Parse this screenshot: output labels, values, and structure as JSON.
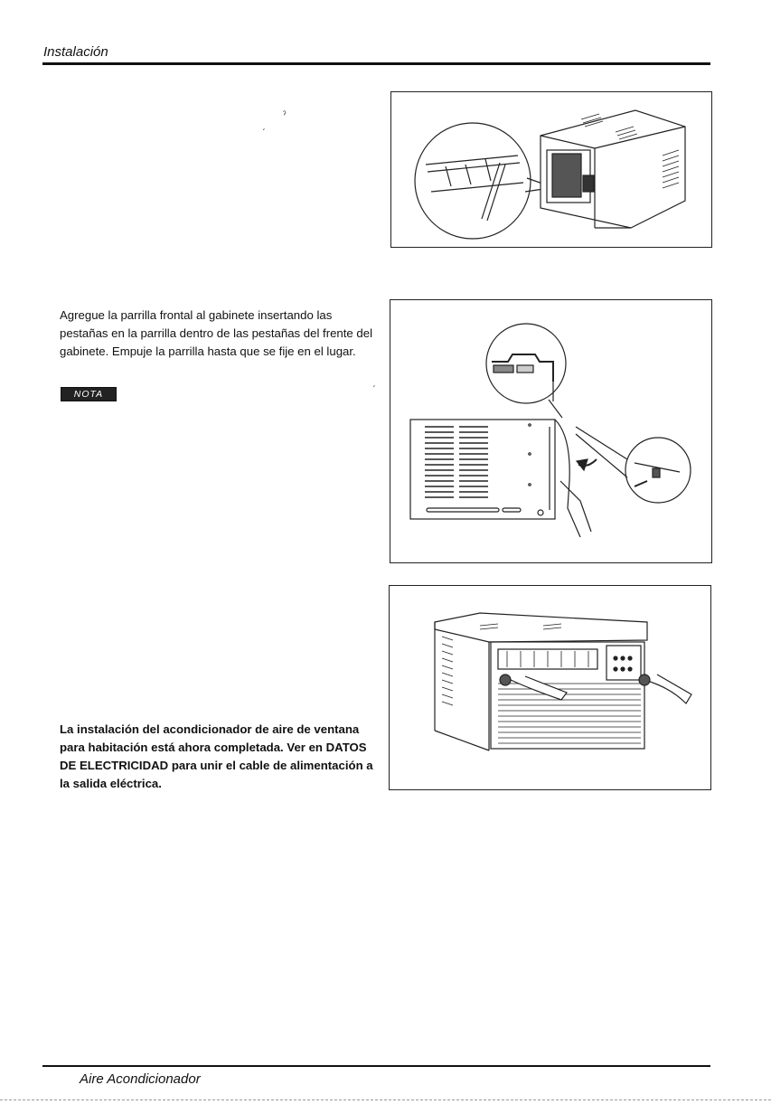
{
  "header": {
    "section_title": "Instalación"
  },
  "steps": [
    {
      "id": "step-1",
      "text": ""
    },
    {
      "id": "step-2",
      "text": "Agregue la parrilla frontal al gabinete insertando las pestañas en la parrilla dentro de las pestañas del frente del gabinete. Empuje la parrilla hasta que se fije en el lugar."
    },
    {
      "id": "step-3",
      "text": "La instalación del acondicionador de aire de ventana para habitación está  ahora completada. Ver en DATOS DE ELECTRICIDAD para unir el cable de alimentación a la salida eléctrica."
    }
  ],
  "note": {
    "badge_label": "NOTA"
  },
  "footer": {
    "product_name": "Aire Acondicionador"
  },
  "colors": {
    "ink": "#111111",
    "rule": "#111111",
    "frame_border": "#222222"
  }
}
